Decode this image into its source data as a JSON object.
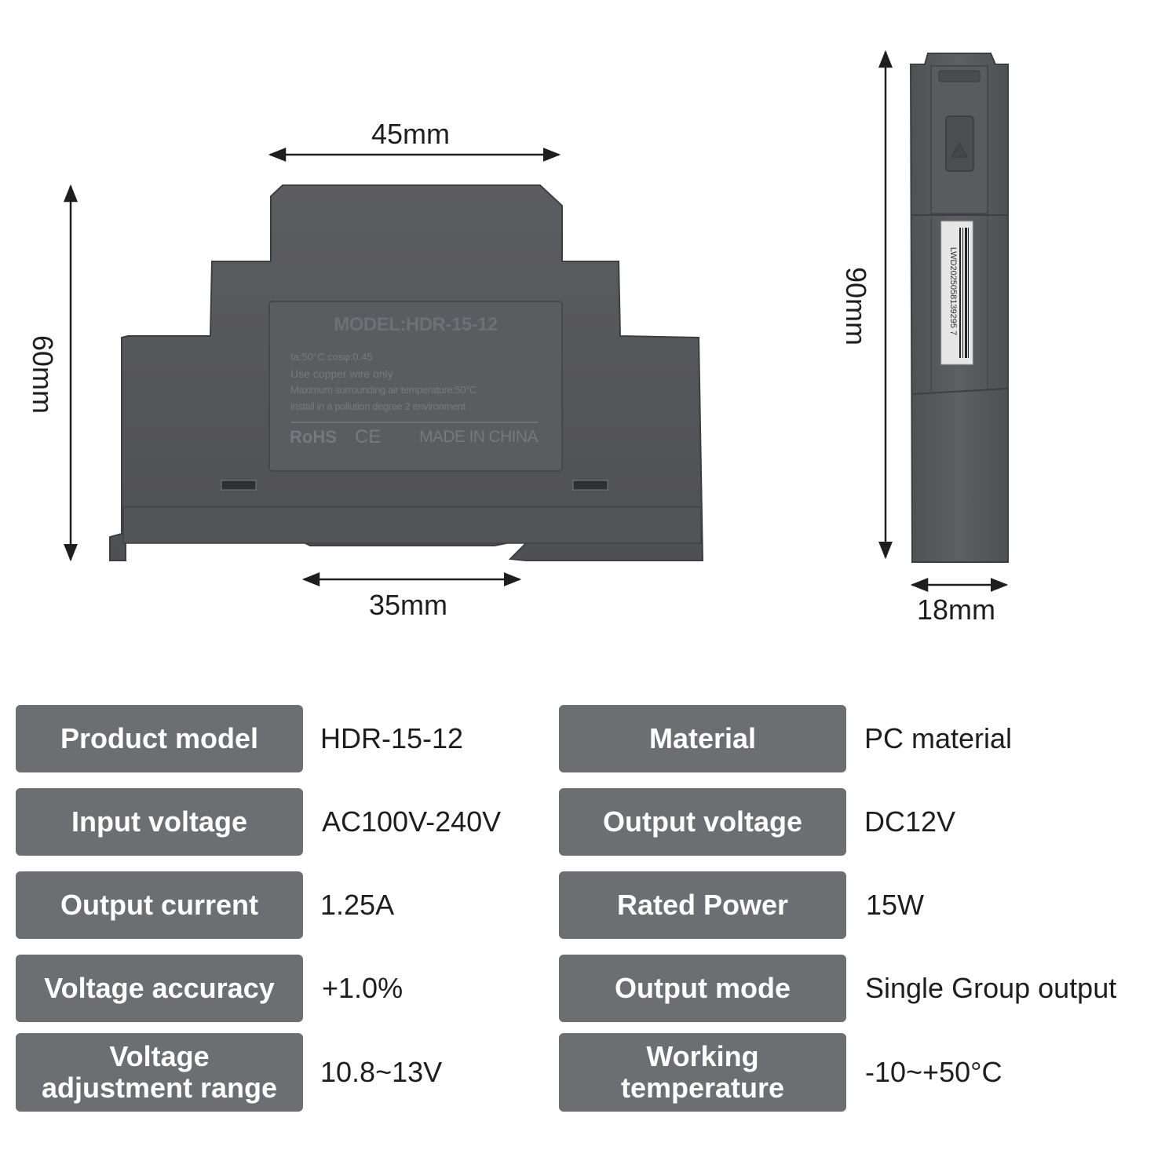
{
  "dimensions": {
    "front_width_top": "45mm",
    "front_width_bottom": "35mm",
    "front_height": "60mm",
    "side_height": "90mm",
    "side_width": "18mm"
  },
  "device_label": {
    "model": "MODEL:HDR-15-12",
    "line1": "ta:50°C  cosφ:0.45",
    "line2": "Use copper wire only",
    "line3": "Maximum surrounding air temperature:50°C",
    "line4": "install in a pollution degree 2 environment",
    "rohs": "RoHS",
    "ce": "CE",
    "origin": "MADE IN CHINA"
  },
  "barcode_text": "LWD2025058139295 7",
  "specs_left": [
    {
      "label": "Product model",
      "value": "HDR-15-12"
    },
    {
      "label": "Input voltage",
      "value": "AC100V-240V"
    },
    {
      "label": "Output current",
      "value": "1.25A"
    },
    {
      "label": "Voltage accuracy",
      "value": "+1.0%"
    },
    {
      "label_line1": "Voltage",
      "label_line2": "adjustment range",
      "value": "10.8~13V"
    }
  ],
  "specs_right": [
    {
      "label": "Material",
      "value": "PC material"
    },
    {
      "label": "Output voltage",
      "value": "DC12V"
    },
    {
      "label": "Rated Power",
      "value": "15W"
    },
    {
      "label": "Output mode",
      "value": "Single Group output"
    },
    {
      "label_line1": "Working",
      "label_line2": "temperature",
      "value": "-10~+50°C"
    }
  ],
  "colors": {
    "label_bg": "#6d6e72",
    "device_body": "#57585c",
    "device_dark": "#4a4b4f"
  }
}
